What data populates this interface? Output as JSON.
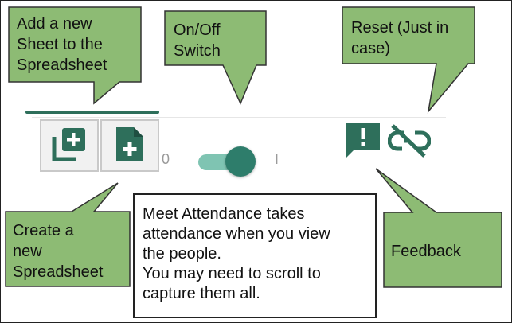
{
  "callouts": {
    "add_sheet": [
      "Add a new",
      "Sheet to the",
      "Spreadsheet"
    ],
    "on_off": [
      "On/Off",
      "Switch"
    ],
    "reset": [
      "Reset (Just in",
      "case)"
    ],
    "create_spreadsheet": [
      "Create a",
      "new",
      "Spreadsheet"
    ],
    "feedback": "Feedback"
  },
  "toolbar": {
    "add_sheet_icon": "add-sheet-icon",
    "create_spreadsheet_icon": "new-spreadsheet-icon",
    "toggle_off_label": "0",
    "toggle_on_label": "I",
    "toggle_state": "on",
    "feedback_icon": "feedback-icon",
    "reset_icon": "link-off-icon"
  },
  "info": {
    "lines": [
      "Meet Attendance takes",
      "attendance when you view",
      "the people.",
      "You may need to scroll to",
      "capture them all."
    ]
  },
  "colors": {
    "callout_fill": "#8dbb74",
    "callout_border": "#333333",
    "icon_green": "#2e6f5b",
    "toggle_track": "#7fc4b2",
    "toggle_knob": "#2e7d6b"
  }
}
